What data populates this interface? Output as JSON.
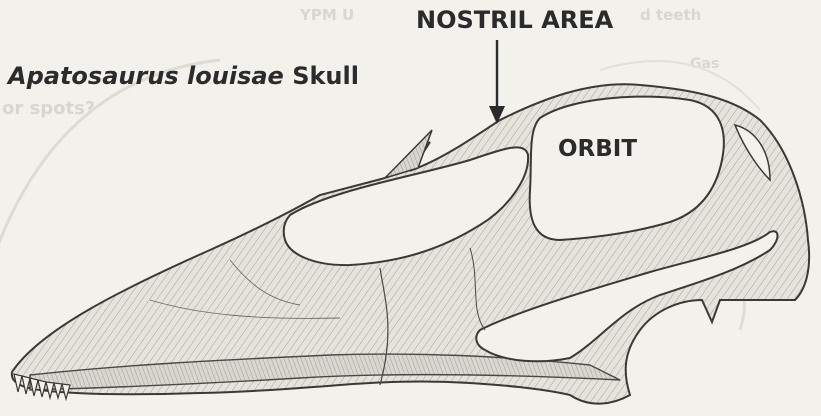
{
  "title": {
    "italic_part": "Apatosaurus louisae",
    "rest": "Skull"
  },
  "labels": {
    "nostril": "NOSTRIL AREA",
    "orbit": "ORBIT"
  },
  "background_text": {
    "left": "YPM U",
    "right": "d teeth",
    "lower_left": "or spots?",
    "right_small": "Gas"
  },
  "colors": {
    "ink": "#2b2b2b",
    "paper": "#f3f1ec",
    "bone": "#cfccc4",
    "faint": "#d9d6cf"
  }
}
